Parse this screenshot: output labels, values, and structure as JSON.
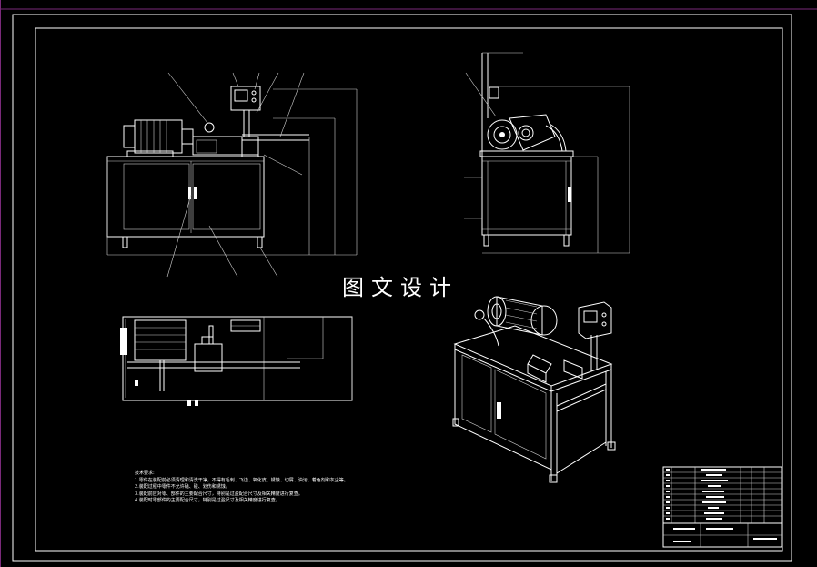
{
  "watermark": "图文设计",
  "colors": {
    "background": "#000000",
    "lines": "#ffffff",
    "frame": "#7a2a7a"
  },
  "notes": {
    "title": "技术要求:",
    "lines": [
      "1.零件在装配前必须清理和清洗干净，不得有毛刺、飞边、氧化皮、锈蚀、切屑、油污、着色剂和灰尘等。",
      "2.装配过程中零件不允许磕、碰、划伤和锈蚀。",
      "3.装配前应对零、部件的主要配合尺寸，特别是过盈配合尺寸及相关精度进行复查。",
      "4.装配时零部件的主要配合尺寸，特别是过盈尺寸及相关精度进行复查。"
    ]
  }
}
